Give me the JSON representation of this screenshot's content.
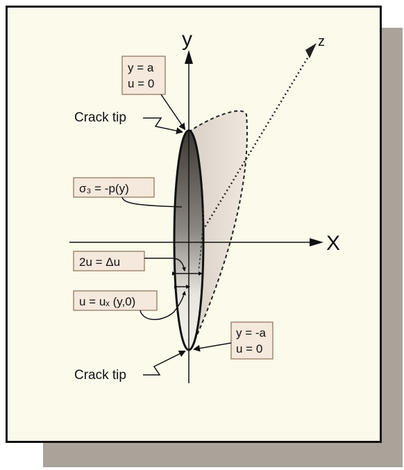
{
  "axes": {
    "x": "X",
    "y": "y",
    "z": "z"
  },
  "labels": {
    "crack_tip_top": "Crack tip",
    "crack_tip_bottom": "Crack tip",
    "top_box_line1": "y = a",
    "top_box_line2": "u = 0",
    "bottom_box_line1": "y = -a",
    "bottom_box_line2": "u = 0",
    "stress": "σ₃ = -p(y)",
    "opening": "2u = Δu",
    "displacement": "u = uₓ (y,0)"
  },
  "colors": {
    "panel": "#fcfaeb",
    "shadow": "#a9a39a",
    "label_box": "#f5e8dc",
    "crack_dark": "#4a4440"
  }
}
